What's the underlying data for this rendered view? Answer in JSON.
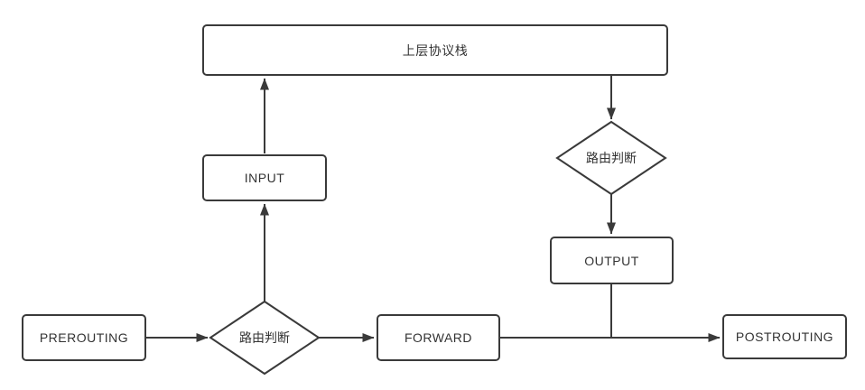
{
  "diagram": {
    "type": "flowchart",
    "colors": {
      "stroke": "#3a3a3a",
      "text": "#333333",
      "node_fill": "#ffffff",
      "background": "#ffffff"
    },
    "nodes": {
      "upper_stack": {
        "label": "上层协议栈",
        "shape": "rect"
      },
      "input": {
        "label": "INPUT",
        "shape": "rect"
      },
      "routing_decision_right": {
        "label": "路由判断",
        "shape": "diamond"
      },
      "output": {
        "label": "OUTPUT",
        "shape": "rect"
      },
      "prerouting": {
        "label": "PREROUTING",
        "shape": "rect"
      },
      "routing_decision_left": {
        "label": "路由判断",
        "shape": "diamond"
      },
      "forward": {
        "label": "FORWARD",
        "shape": "rect"
      },
      "postrouting": {
        "label": "POSTROUTING",
        "shape": "rect"
      }
    },
    "edges": [
      {
        "from": "prerouting",
        "to": "routing_decision_left",
        "arrow": true
      },
      {
        "from": "routing_decision_left",
        "to": "forward",
        "arrow": true
      },
      {
        "from": "routing_decision_left",
        "to": "input",
        "arrow": true
      },
      {
        "from": "input",
        "to": "upper_stack",
        "arrow": true
      },
      {
        "from": "upper_stack",
        "to": "routing_decision_right",
        "arrow": true
      },
      {
        "from": "routing_decision_right",
        "to": "output",
        "arrow": true
      },
      {
        "from": "output",
        "to": "forward_postrouting_line",
        "arrow": false
      },
      {
        "from": "forward",
        "to": "postrouting",
        "arrow": true
      }
    ]
  }
}
